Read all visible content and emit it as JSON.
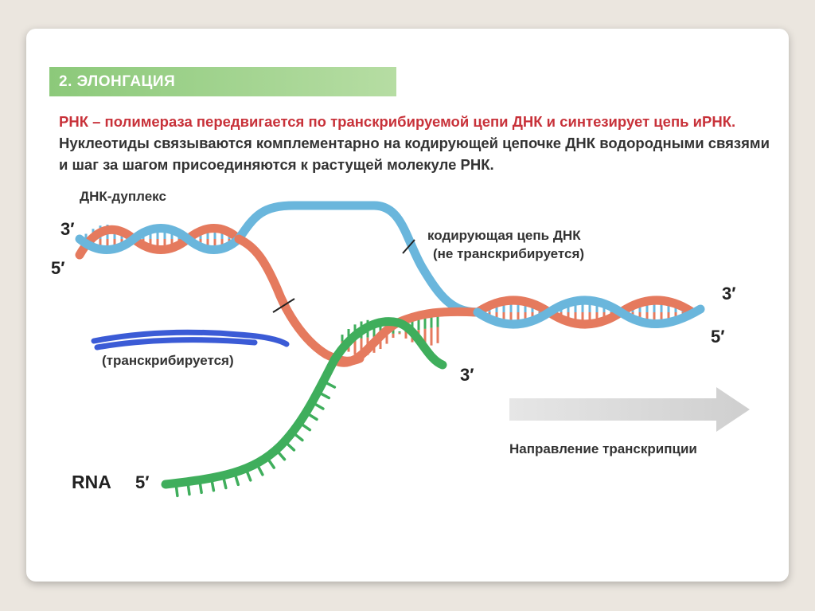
{
  "slide": {
    "banner_title": "2. ЭЛОНГАЦИЯ",
    "text_red": "РНК – полимераза передвигается по транскрибируемой цепи ДНК и синтезирует цепь иРНК.",
    "text_dark": " Нуклеотиды связываются комплементарно на кодирующей цепочке ДНК водородными связями и шаг за шагом присоединяются к растущей молекуле РНК."
  },
  "diagram": {
    "duplex_label": "ДНК-дуплекс",
    "left_top_end": "3′",
    "left_bottom_end": "5′",
    "right_top_end": "3′",
    "right_bottom_end": "5′",
    "coding_label_1": "кодирующая цепь ДНК",
    "coding_label_2": "(не транскрибируется)",
    "template_label": "(транскрибируется)",
    "rna_3_end": "3′",
    "rna_label": "RNA",
    "rna_5_end": "5′",
    "direction_label": "Направление транскрипции",
    "colors": {
      "coding_strand": "#6ab6dc",
      "template_strand": "#e57a5e",
      "rna": "#3fae5c",
      "arrow": "#dedede",
      "banner": "#9fd38b",
      "red_text": "#c8323a"
    }
  }
}
